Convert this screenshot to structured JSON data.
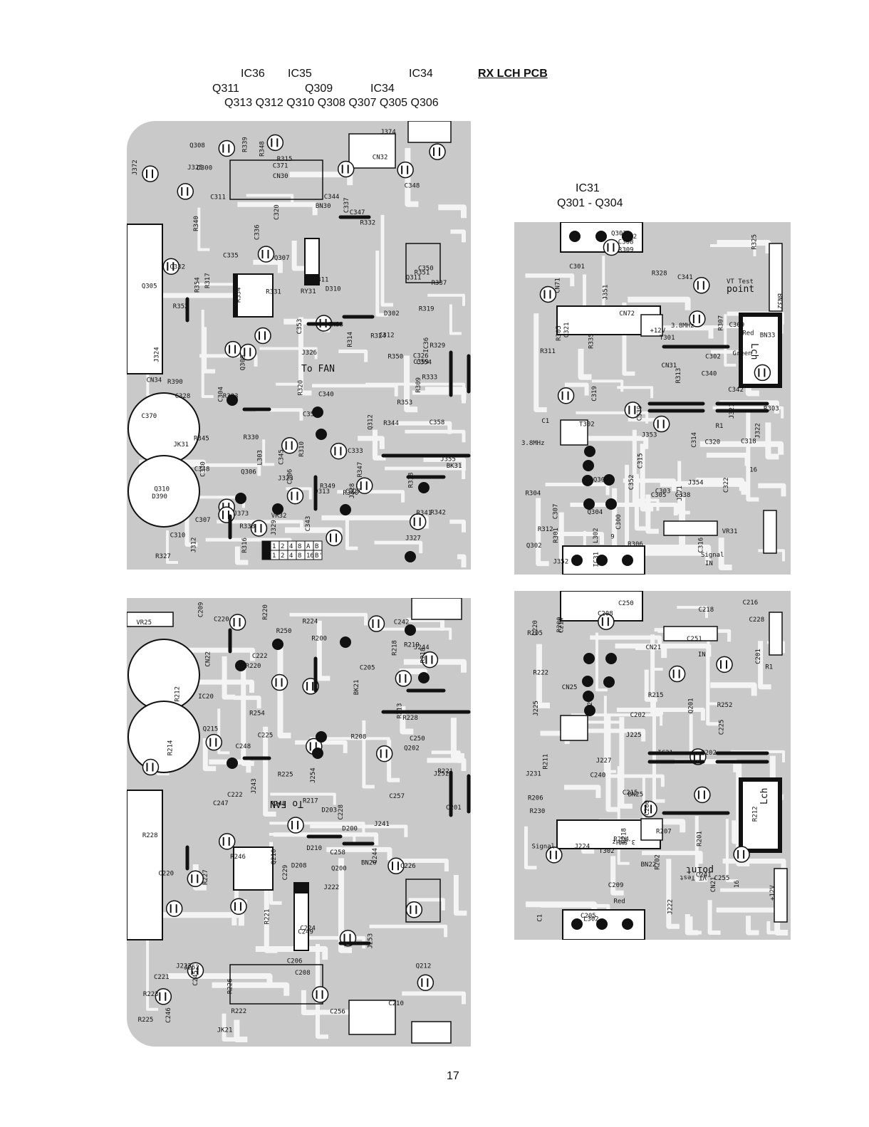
{
  "header": {
    "title": "RX LCH PCB",
    "row1": [
      "IC36",
      "IC35",
      "IC34"
    ],
    "row2": [
      "Q311",
      "Q309",
      "IC34"
    ],
    "row3": "Q313 Q312 Q310 Q308 Q307 Q305 Q306",
    "right_ic": "IC31",
    "right_q": "Q301 - Q304"
  },
  "board_top_left": {
    "labels": [
      "JK31",
      "VR32",
      "BK31",
      "C330",
      "RY31",
      "R338",
      "D390",
      "R390",
      "C354",
      "C348",
      "L303",
      "R342",
      "R341",
      "C347",
      "R332",
      "R331",
      "D300",
      "C345",
      "R340",
      "R345",
      "J323",
      "C359",
      "C350",
      "R333",
      "R330",
      "C344",
      "C332",
      "R323",
      "C353",
      "C335",
      "R329",
      "IC36",
      "C333",
      "C340",
      "J324",
      "C343",
      "C320",
      "C348",
      "J325",
      "R350",
      "J326",
      "R324",
      "R318",
      "R316",
      "J311",
      "R337",
      "R319",
      "J327",
      "R317",
      "C371",
      "C326",
      "J372",
      "R340",
      "R351",
      "C306",
      "CN30",
      "C328",
      "J355",
      "C309",
      "R353",
      "C337",
      "R339",
      "C304",
      "Q311",
      "R320",
      "J328",
      "C312",
      "C307",
      "Q309",
      "C327",
      "BN30",
      "D308",
      "R344",
      "C358",
      "R334",
      "C336",
      "C351",
      "Q308",
      "R347",
      "D310",
      "C311",
      "CN34",
      "R348",
      "J374",
      "D313",
      "J312",
      "Q310",
      "R349",
      "R354",
      "J373",
      "Q306",
      "R314",
      "D302",
      "R327",
      "R309",
      "Q312",
      "C370",
      "C310",
      "J329",
      "R315",
      "R310",
      "R352",
      "CN33",
      "Q307",
      "Q305",
      "CN32"
    ],
    "to_fan": "To FAN",
    "jumper_code": [
      "01",
      "1",
      "2",
      "4",
      "8",
      "A",
      "B",
      "A'",
      "1",
      "2",
      "4",
      "8",
      "16",
      "B'"
    ]
  },
  "board_top_right": {
    "labels": [
      "C322",
      "L302",
      "+12V",
      "Red",
      "Green",
      "VR31",
      "C321",
      "C308",
      "C342",
      "R325",
      "CN71",
      "C309",
      "C352",
      "R309",
      "C1",
      "16",
      "9",
      "R1",
      "C341",
      "IC31",
      "T302",
      "R307",
      "C339",
      "J371",
      "C340",
      "C307",
      "C319",
      "C338",
      "R328",
      "R306",
      "C320",
      "C318",
      "R335",
      "J351",
      "J353",
      "J352",
      "J354",
      "T301",
      "C301",
      "R303",
      "Q303",
      "C316",
      "C305",
      "R301",
      "R304",
      "C303",
      "R305",
      "Q304",
      "Q301",
      "R313",
      "C302",
      "Q302",
      "J321",
      "C314",
      "J322",
      "R312",
      "C300",
      "R302",
      "C315",
      "R311",
      "CN31",
      "CN72",
      "BN33"
    ],
    "vt_test": "VT Test",
    "point": "point",
    "freq1": "3.8MHz",
    "freq2": "3.8MHz",
    "lch": "Lch",
    "signal_in": [
      "Signal",
      "IN"
    ],
    "bn32": "BN32"
  },
  "board_bottom_left": {
    "labels": [
      "CN22",
      "R225",
      "C210",
      "C205",
      "D203",
      "Q202",
      "R218",
      "Q215",
      "R212",
      "R214",
      "R200",
      "Q212",
      "R224",
      "J244",
      "J243",
      "R248",
      "Q210",
      "R213",
      "C221",
      "C206",
      "D210",
      "C228",
      "C220",
      "BN20",
      "D208",
      "C201",
      "Q200",
      "C257",
      "R221",
      "C208",
      "R228",
      "R220",
      "C258",
      "C250",
      "J222",
      "C209",
      "J223",
      "J241",
      "R217",
      "R219",
      "J252",
      "R218",
      "C248",
      "R223",
      "R254",
      "J253",
      "C256",
      "C222",
      "R221",
      "IC20",
      "C246",
      "J254",
      "R225",
      "C242",
      "R250",
      "C222",
      "C244",
      "R222",
      "R226",
      "C245",
      "C225",
      "R246",
      "R220",
      "J252",
      "C224",
      "C229",
      "C247",
      "R227",
      "C226",
      "C249",
      "D200",
      "R208",
      "R228",
      "C220",
      "JK21",
      "VR25",
      "BK21"
    ],
    "to_fan": "To FAN"
  },
  "board_bottom_right": {
    "labels": [
      "IN",
      "Signal",
      "CN25",
      "CN21",
      "BN22",
      "C200",
      "R205",
      "C215",
      "R211",
      "R215",
      "J225",
      "C214",
      "C205",
      "Q201",
      "R212",
      "C202",
      "R202",
      "Q202",
      "R204",
      "C216",
      "R201",
      "T201",
      "C201",
      "J224",
      "J225",
      "R206",
      "C218",
      "R222",
      "J227",
      "J222",
      "C250",
      "C220",
      "R230",
      "C218",
      "R207",
      "C228",
      "C240",
      "J231",
      "IC21",
      "T302",
      "C241",
      "R200",
      "C1",
      "16",
      "R1",
      "C225",
      "CN21",
      "C208",
      "R252",
      "C251",
      "C209",
      "L302",
      "C255",
      "Red",
      "BN25"
    ],
    "freq": "3.8MHz",
    "lch": "Lch",
    "vt_test": "VT Test",
    "point": "point",
    "plus12": "+12V"
  },
  "page_number": "17"
}
